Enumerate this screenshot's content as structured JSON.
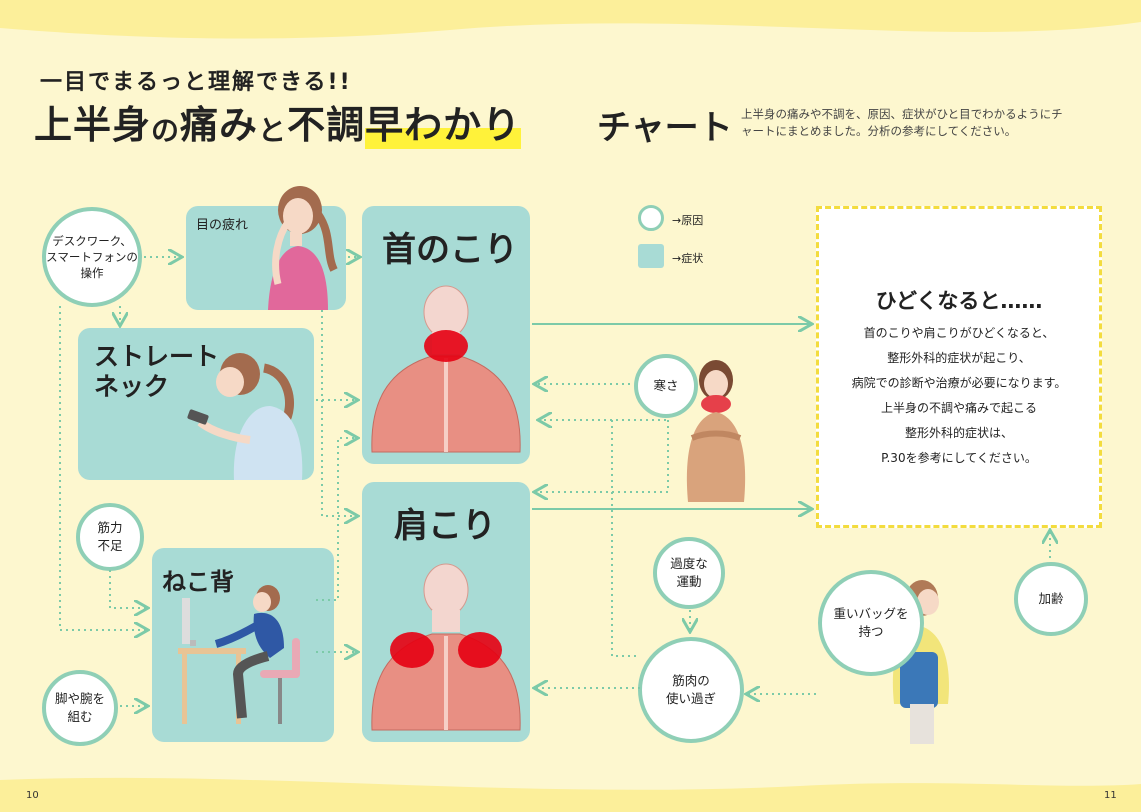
{
  "header": {
    "kicker": "一目でまるっと理解できる!!",
    "title_part1": "上半身",
    "title_part2": "の",
    "title_part3": "痛み",
    "title_part4": "と",
    "title_part5": "不調",
    "title_highlight": "早わかり",
    "title_chart": "チャート",
    "intro": "上半身の痛みや不調を、原因、症状がひと目でわかるようにチャートにまとめました。分析の参考にしてください。"
  },
  "legend": {
    "cause_label": "→原因",
    "symptom_label": "→症状"
  },
  "causes": {
    "desk_work": "デスクワーク、\nスマートフォンの\n操作",
    "muscle_weakness": "筋力\n不足",
    "cross_legs": "脚や腕を\n組む",
    "cold": "寒さ",
    "excess_exercise": "過度な\n運動",
    "overuse": "筋肉の\n使い過ぎ",
    "heavy_bag": "重いバッグを\n持つ",
    "aging": "加齢"
  },
  "symptoms": {
    "eye_strain": "目の疲れ",
    "straight_neck": "ストレート\nネック",
    "hunchback": "ねこ背",
    "neck_stiffness": "首のこり",
    "shoulder_stiffness": "肩こり"
  },
  "note": {
    "title": "ひどくなると……",
    "body": "首のこりや肩こりがひどくなると、\n整形外科的症状が起こり、\n病院での診断や治療が必要になります。\n上半身の不調や痛みで起こる\n整形外科的症状は、\nP.30を参考にしてください。"
  },
  "page_numbers": {
    "left": "10",
    "right": "11"
  },
  "colors": {
    "background": "#fdf7cf",
    "symptom_box": "#a8dbd5",
    "cause_circle_border": "#8fcfb6",
    "arrow": "#7ccaa8",
    "highlight": "#fff23a",
    "note_border": "#f3dc3e"
  }
}
